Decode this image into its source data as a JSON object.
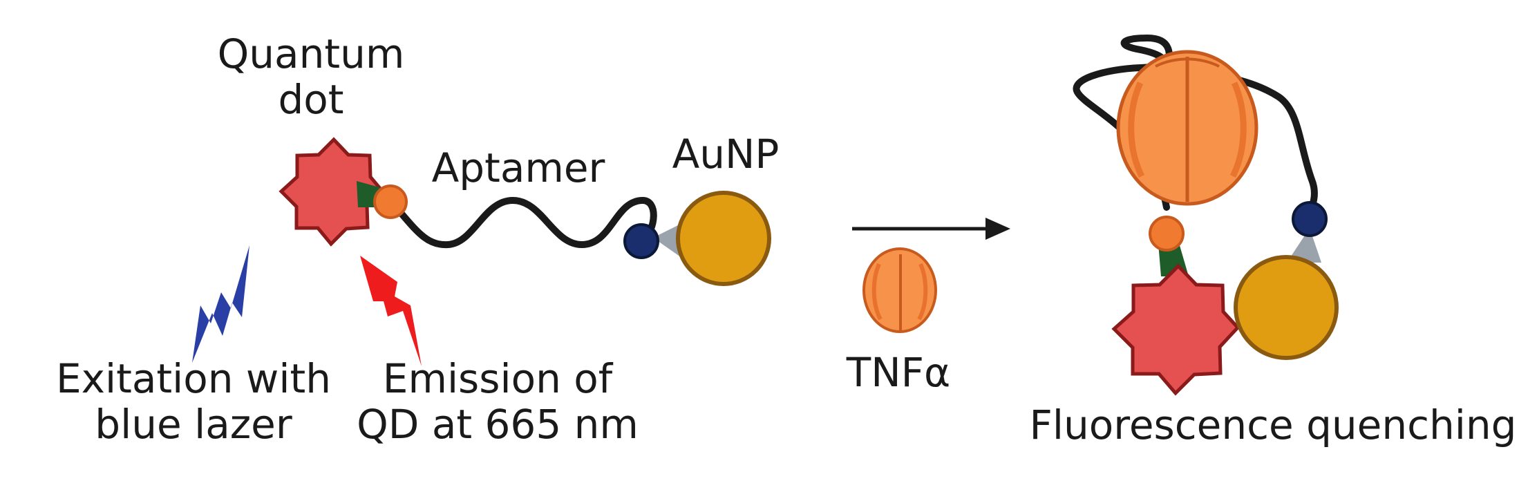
{
  "labels": {
    "quantum_dot": [
      "Quantum",
      "dot"
    ],
    "aptamer": "Aptamer",
    "aunp": "AuNP",
    "excitation": [
      "Exitation with",
      "blue lazer"
    ],
    "emission": [
      "Emission of",
      "QD at 665 nm"
    ],
    "target": "TNFα",
    "result": "Fluorescence quenching"
  },
  "colors": {
    "quantum_dot_fill": "#e55050",
    "quantum_dot_stroke": "#8b1a1a",
    "linker_green": "#1e5c2a",
    "aptamer_end_orange": "#f07a30",
    "aunp_fill": "#e09d12",
    "aunp_stroke": "#8a5a10",
    "blue_anchor": "#1a2e6e",
    "gray_linker": "#9aa3ab",
    "excitation_bolt": "#2a3fa5",
    "emission_bolt": "#ee1c1c",
    "protein_fill": "#f7924a",
    "protein_stroke": "#c85a1e",
    "arrow": "#1a1a1a"
  }
}
